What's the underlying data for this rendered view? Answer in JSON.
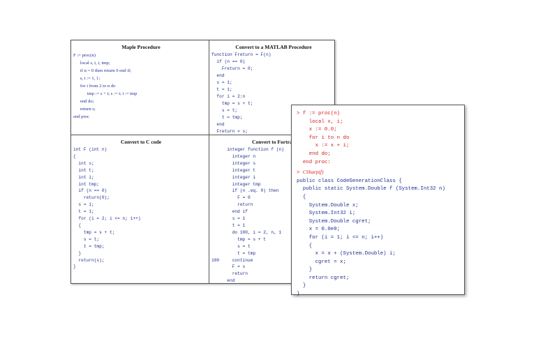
{
  "maple": {
    "title": "Maple Procedure",
    "lines": [
      "F := proc(n)",
      "      local s, t, i, tmp;",
      "      if n = 0 then return 0 end if;",
      "      s, t := 1, 1;",
      "      for i from 2 to n do",
      "            tmp := s + t; s := t; t := tmp",
      "      end do;",
      "      return s;",
      "end proc"
    ]
  },
  "matlab": {
    "title": "Convert to a MATLAB Procedure",
    "lines": [
      "function Freturn = F(n)",
      "  if (n == 0)",
      "    Freturn = 0;",
      "  end",
      "  s = 1;",
      "  t = 1;",
      "  for i = 2:n",
      "    tmp = s + t;",
      "    s = t;",
      "    t = tmp;",
      "  end",
      "  Freturn = s;"
    ]
  },
  "c": {
    "title": "Convert to C code",
    "lines": [
      "int F (int n)",
      "{",
      "  int s;",
      "  int t;",
      "  int i;",
      "  int tmp;",
      "  if (n == 0)",
      "    return(0);",
      "  s = 1;",
      "  t = 1;",
      "  for (i = 2; i <= n; i++)",
      "  {",
      "    tmp = s + t;",
      "    s = t;",
      "    t = tmp;",
      "  }",
      "  return(s);",
      "}"
    ]
  },
  "fortran": {
    "title": "Convert to Fortran",
    "lines": [
      "      integer function f (n)",
      "        integer n",
      "        integer s",
      "        integer t",
      "        integer i",
      "        integer tmp",
      "        if (n .eq. 0) then",
      "          F = 0",
      "          return",
      "        end if",
      "        s = 1",
      "        t = 1",
      "        do 100, i = 2, n, 1",
      "          tmp = s + t",
      "          s = t",
      "          t = tmp",
      "100     continue",
      "        F = s",
      "        return",
      "      end"
    ]
  },
  "overlay": {
    "red_lines": [
      "> f := proc(n)",
      "    local x, i;",
      "    x := 0.0;",
      "    for i to n do",
      "      x := x + i;",
      "    end do;",
      "  end proc:"
    ],
    "prompt": "> ",
    "call": "CSharp(f)",
    "blue_lines": [
      "public class CodeGenerationClass {",
      "  public static System.Double f (System.Int32 n)",
      "  {",
      "    System.Double x;",
      "    System.Int32 i;",
      "    System.Double cgret;",
      "    x = 0.0e0;",
      "    for (i = 1; i <= n; i++)",
      "    {",
      "      x = x + (System.Double) i;",
      "      cgret = x;",
      "    }",
      "    return cgret;",
      "  }",
      "}"
    ]
  },
  "colors": {
    "code_blue": "#1f2f8f",
    "input_red": "#d42020"
  }
}
